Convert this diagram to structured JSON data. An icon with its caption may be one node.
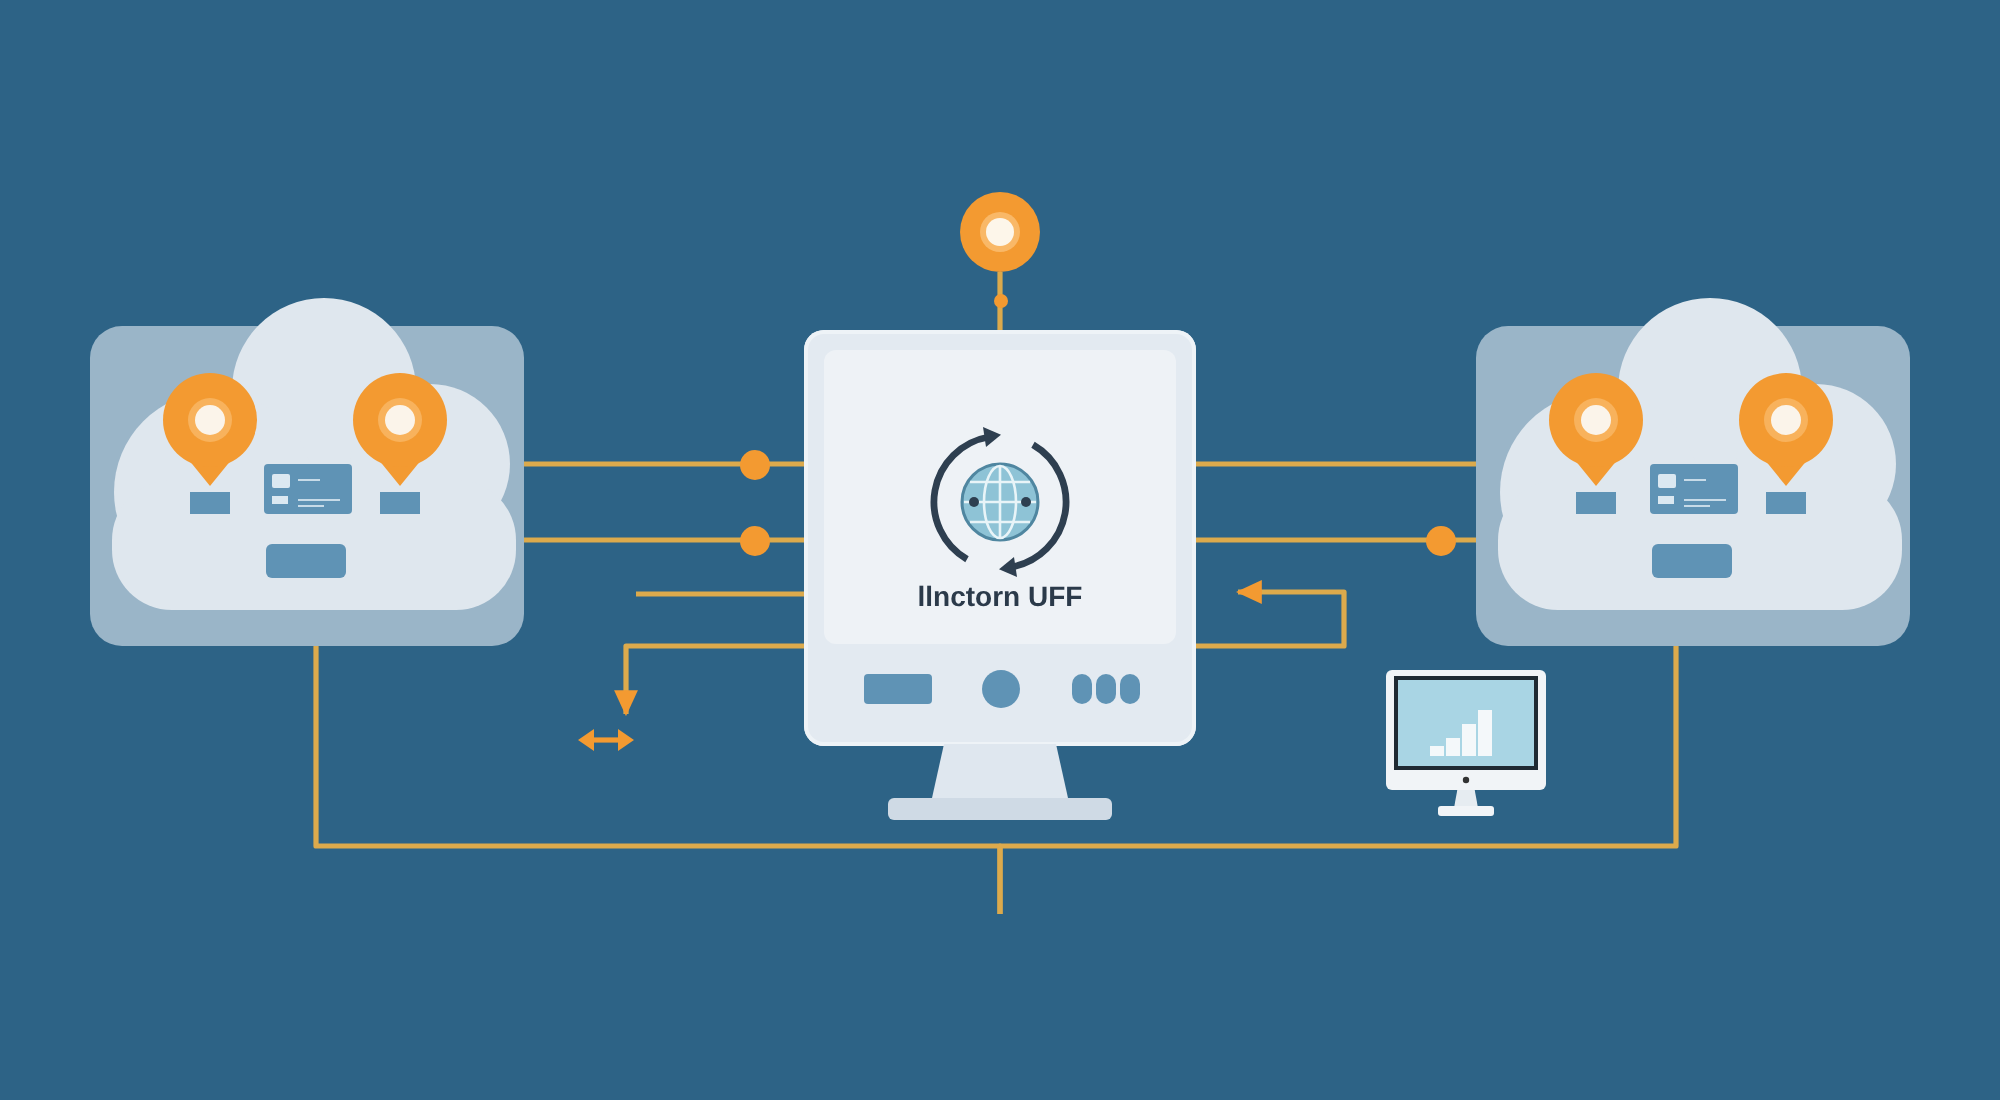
{
  "diagram": {
    "nodes": [
      {
        "text": [],
        "shape": "circle"
      },
      {
        "text": [],
        "shape": "cloud"
      },
      {
        "text": [
          "llnctorn UFF"
        ]
      },
      {
        "text": [],
        "shape": "cloud"
      }
    ],
    "edges": [
      {
        "from": 0,
        "to": 2,
        "arrow": "none"
      },
      {
        "from": 1,
        "to": 2,
        "arrow": "none"
      },
      {
        "from": 1,
        "to": 2,
        "arrow": "none"
      },
      {
        "from": 2,
        "to": 3,
        "arrow": "none"
      },
      {
        "from": 2,
        "to": 3,
        "arrow": "none"
      },
      {
        "from": null,
        "to": 2,
        "arrow": "none"
      },
      {
        "from": 2,
        "to": null,
        "arrow": "to"
      },
      {
        "from": 2,
        "to": null,
        "arrow": "to"
      },
      {
        "from": 1,
        "to": null,
        "arrow": "none"
      },
      {
        "from": 3,
        "to": null,
        "arrow": "none"
      }
    ]
  }
}
